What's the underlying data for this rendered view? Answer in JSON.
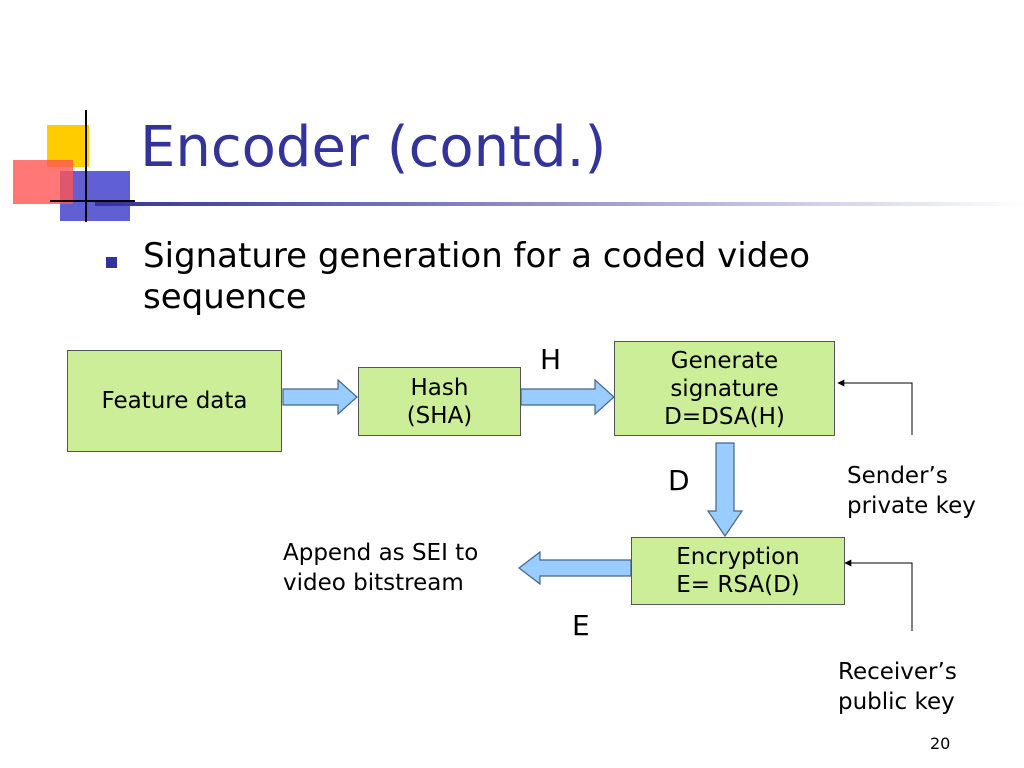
{
  "slide": {
    "title": "Encoder (contd.)",
    "bullet": "Signature generation for a coded video sequence",
    "page_number": "20"
  },
  "diagram": {
    "boxes": {
      "feature": [
        "Feature data"
      ],
      "hash": [
        "Hash",
        "(SHA)"
      ],
      "generate": [
        "Generate",
        "signature",
        "D=DSA(H)"
      ],
      "encrypt": [
        "Encryption",
        "E= RSA(D)"
      ]
    },
    "labels": {
      "h": "H",
      "d": "D",
      "e": "E",
      "sender_key": [
        "Sender’s",
        "private key"
      ],
      "receiver_key": [
        "Receiver’s",
        "public key"
      ],
      "append": [
        "Append as SEI to",
        "video bitstream"
      ]
    }
  },
  "colors": {
    "title": "#333399",
    "box_fill": "#ccee99",
    "arrow_fill": "#99ccff"
  }
}
